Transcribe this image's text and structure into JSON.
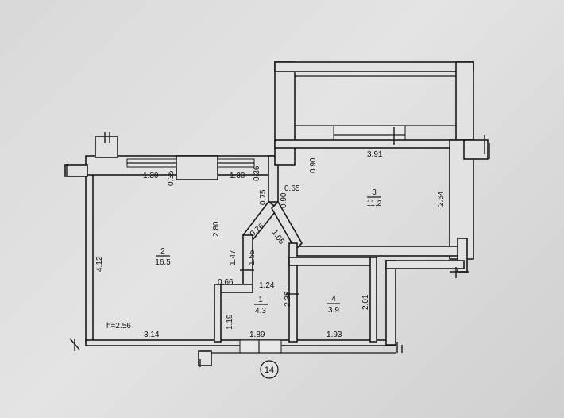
{
  "rooms": [
    {
      "number": "1",
      "area": "4.3"
    },
    {
      "number": "2",
      "area": "16.5"
    },
    {
      "number": "3",
      "area": "11.2"
    },
    {
      "number": "4",
      "area": "3.9"
    }
  ],
  "dimensions": {
    "d_1_30_left": "1.30",
    "d_1_30_right": "1.30",
    "d_0_35": "0.35",
    "d_0_36": "0.36",
    "d_0_75": "0.75",
    "d_4_12": "4.12",
    "d_2_80": "2.80",
    "d_1_47": "1.47",
    "d_1_55": "1.55",
    "d_0_66": "0.66",
    "d_1_24": "1.24",
    "d_1_19": "1.19",
    "d_3_14": "3.14",
    "d_1_89": "1.89",
    "d_1_93": "1.93",
    "d_2_38": "2.38",
    "d_2_01": "2.01",
    "d_0_76": "0.76",
    "d_1_05": "1.05",
    "d_0_65": "0.65",
    "d_0_90_a": "0.90",
    "d_0_90_b": "0.90",
    "d_3_91": "3.91",
    "d_2_64": "2.64"
  },
  "ceiling_height": "h=2.56",
  "building_marker": "14"
}
